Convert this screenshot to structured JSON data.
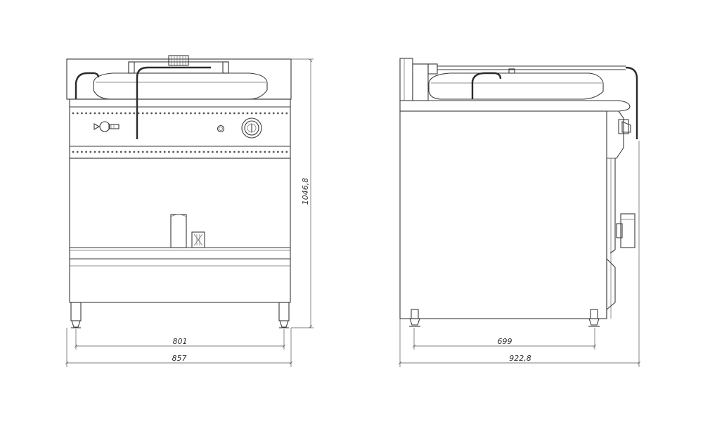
{
  "dimensions": {
    "front_inner_width": "801",
    "front_total_width": "857",
    "front_height": "1046,8",
    "side_inner_depth": "699",
    "side_total_depth": "922,8"
  },
  "icons": [
    "valve-knob-icon",
    "control-knob-icon",
    "indicator-light-icon",
    "filter-grid-icon"
  ]
}
